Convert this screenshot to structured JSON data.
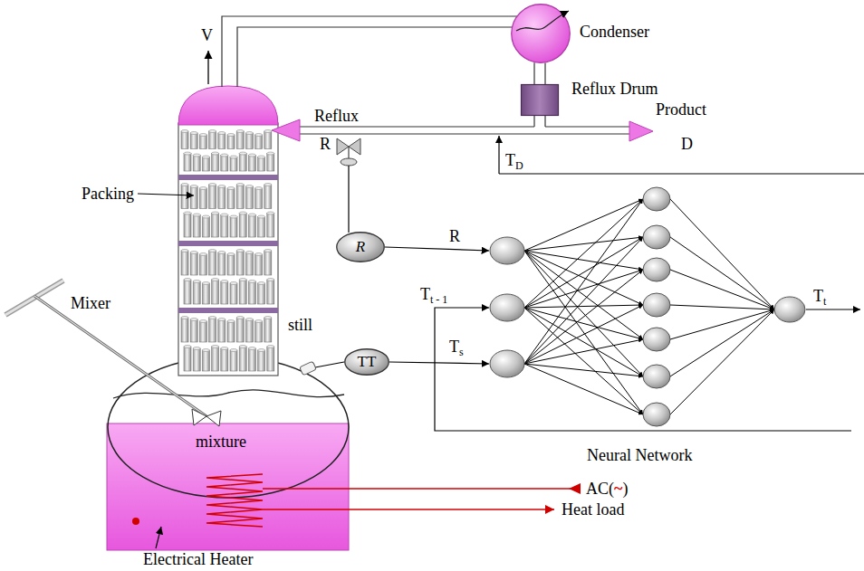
{
  "diagram": {
    "nodes": [
      {
        "text": [
          "Condenser"
        ]
      },
      {
        "text": [
          "Reflux Drum"
        ]
      },
      {
        "text": [
          "R"
        ]
      },
      {
        "text": [
          "TT"
        ]
      }
    ],
    "edges": [
      {
        "from": 0,
        "to": 1,
        "arrow": "none"
      }
    ],
    "labels": [
      "V",
      "Reflux",
      "Product",
      "D",
      "R",
      "TD",
      "Packing",
      "R",
      "Tt - 1",
      "Ts",
      "Tt",
      "Mixer",
      "still",
      "mixture",
      "AC(~)",
      "Heat load",
      "Electrical Heater",
      "Neural Network"
    ]
  }
}
